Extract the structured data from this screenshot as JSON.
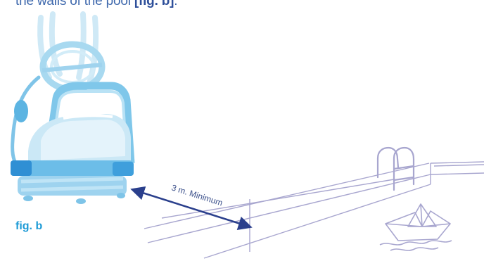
{
  "caption": {
    "text": "the walls of the pool ",
    "figure_ref": "[fig. b]",
    "end": "."
  },
  "figure_label": "fig. b",
  "distance_label": "3 m. Minimum",
  "colors": {
    "robot_light": "#bfe3f3",
    "robot_mid": "#8fcbea",
    "robot_dark": "#3da3dc",
    "pool_lines": "#a8a6cf",
    "arrow": "#2a3f8c",
    "caption": "#3f69ad",
    "fig_label": "#1e9bd6"
  }
}
